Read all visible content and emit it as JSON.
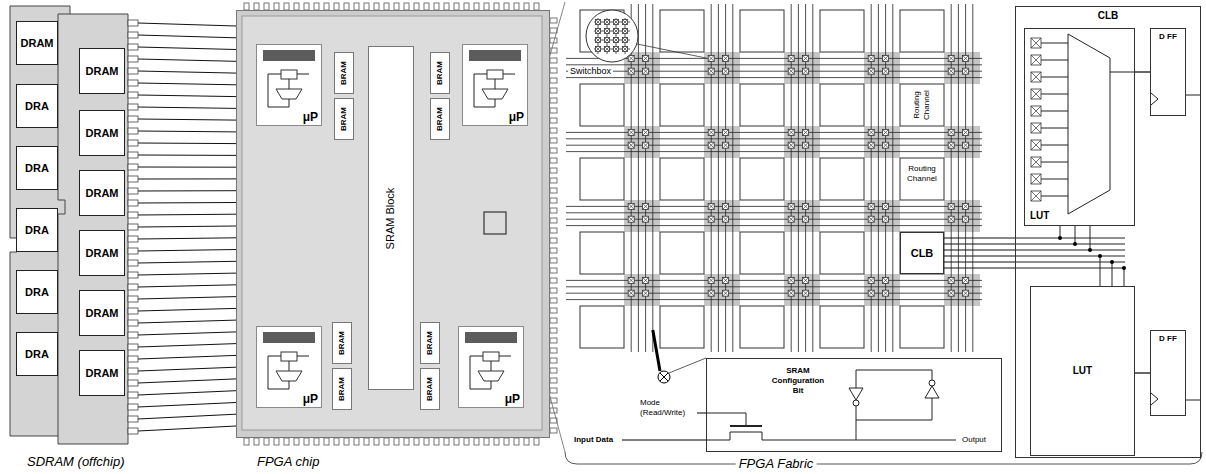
{
  "diagram": {
    "nodes": [
      {
        "text": [
          "DRAM"
        ]
      },
      {
        "text": [
          "DRA"
        ]
      },
      {
        "text": [
          "DRA"
        ]
      },
      {
        "text": [
          "DRA"
        ]
      },
      {
        "text": [
          "DRA"
        ]
      },
      {
        "text": [
          "DRA"
        ]
      },
      {
        "text": [
          "DRAM"
        ]
      },
      {
        "text": [
          "DRAM"
        ]
      },
      {
        "text": [
          "DRAM"
        ]
      },
      {
        "text": [
          "DRAM"
        ]
      },
      {
        "text": [
          "DRAM"
        ]
      },
      {
        "text": [
          "DRAM"
        ]
      },
      {
        "text": [
          "FPGA chip"
        ]
      },
      {
        "text": [
          "μP"
        ],
        "in": 12
      },
      {
        "text": [
          "BRAM"
        ],
        "in": 12
      },
      {
        "text": [
          "BRAM"
        ],
        "in": 12
      },
      {
        "text": [
          "SRAM Block"
        ],
        "in": 12
      },
      {
        "text": [
          "BRAM"
        ],
        "in": 12
      },
      {
        "text": [
          "BRAM"
        ],
        "in": 12
      },
      {
        "text": [
          "μP"
        ],
        "in": 12
      },
      {
        "text": [
          "μP"
        ],
        "in": 12
      },
      {
        "text": [
          "BRAM"
        ],
        "in": 12
      },
      {
        "text": [
          "BRAM"
        ],
        "in": 12
      },
      {
        "text": [
          "BRAM"
        ],
        "in": 12
      },
      {
        "text": [
          "BRAM"
        ],
        "in": 12
      },
      {
        "text": [
          "μP"
        ],
        "in": 12
      },
      {
        "text": [
          "CLB"
        ]
      },
      {
        "text": [
          "SRAM Configuration Bit"
        ]
      },
      {
        "text": [
          "CLB"
        ]
      },
      {
        "text": [
          "LUT"
        ],
        "in": 28
      },
      {
        "text": [
          "D FF"
        ],
        "in": 28
      },
      {
        "text": [
          "LUT"
        ],
        "in": 28
      },
      {
        "text": [
          "D FF"
        ],
        "in": 28
      }
    ],
    "edges": [
      {
        "from": 29,
        "to": 30,
        "arrow": "none"
      },
      {
        "from": 31,
        "to": 32,
        "arrow": "none"
      }
    ],
    "labels": [
      "SDRAM (offchip)",
      "Switchbox",
      "Routing Channel",
      "Routing Channel",
      "Mode (Read/Write)",
      "Input Data",
      "Output",
      "FPGA Fabric"
    ]
  }
}
